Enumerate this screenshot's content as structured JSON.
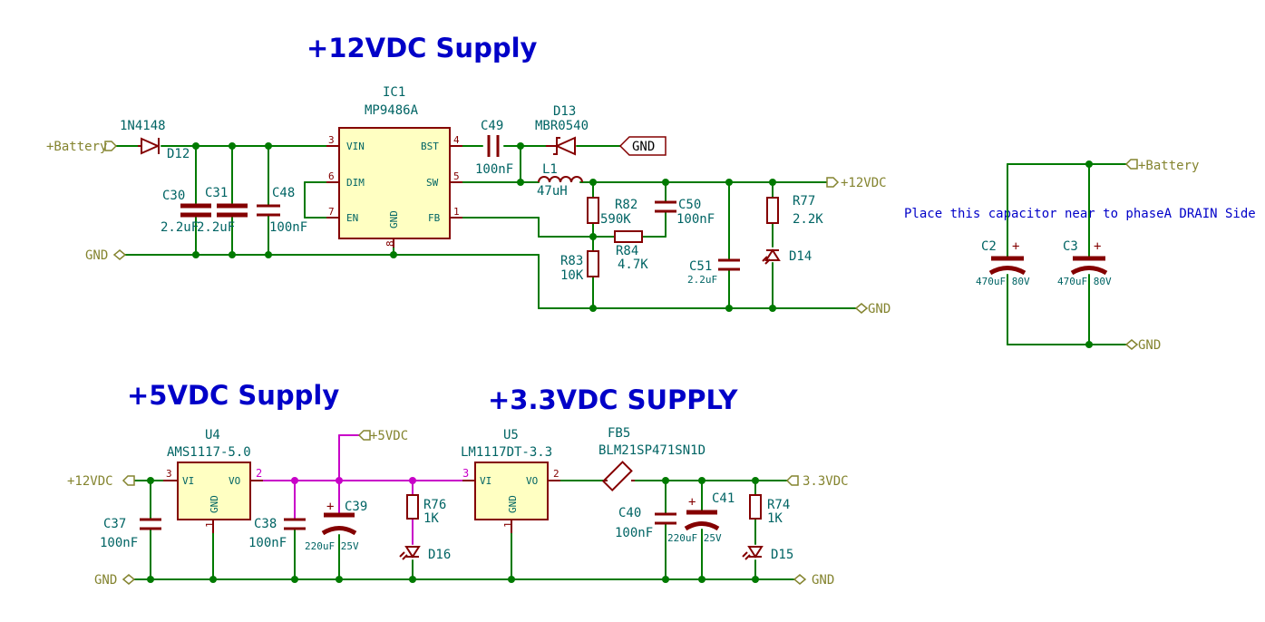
{
  "titles": {
    "supply_12v": "+12VDC Supply",
    "supply_5v": "+5VDC Supply",
    "supply_3v3": "+3.3VDC SUPPLY"
  },
  "note": "Place this capacitor near to phaseA DRAIN Side",
  "labels": {
    "battery_in": "+Battery",
    "gnd_top_left": "GND",
    "gnd_top_right": "GND",
    "gnd_box": "GND",
    "v12_out": "+12VDC",
    "battery_right": "+Battery",
    "gnd_right": "GND",
    "v12_in": "+12VDC",
    "gnd_bottom_left": "GND",
    "v5_out": "+5VDC",
    "v3v3_out": "3.3VDC",
    "gnd_bottom_right": "GND"
  },
  "ic1": {
    "ref": "IC1",
    "value": "MP9486A",
    "pins": {
      "vin": "VIN",
      "dim": "DIM",
      "en": "EN",
      "gnd": "GND",
      "bst": "BST",
      "sw": "SW",
      "fb": "FB"
    },
    "pin_numbers": {
      "vin": "3",
      "dim": "6",
      "en": "7",
      "gnd": "8",
      "bst": "4",
      "sw": "5",
      "fb": "1"
    }
  },
  "u4": {
    "ref": "U4",
    "value": "AMS1117-5.0",
    "pins": {
      "vi": "VI",
      "vo": "VO",
      "gnd": "GND"
    },
    "pin_numbers": {
      "vi": "3",
      "vo": "2",
      "gnd": "1"
    }
  },
  "u5": {
    "ref": "U5",
    "value": "LM1117DT-3.3",
    "pins": {
      "vi": "VI",
      "vo": "VO",
      "gnd": "GND"
    },
    "pin_numbers": {
      "vi": "3",
      "vo": "2",
      "gnd": "1"
    }
  },
  "components": {
    "d12": {
      "ref": "D12",
      "value": "1N4148"
    },
    "c30": {
      "ref": "C30",
      "value": "2.2uF"
    },
    "c31": {
      "ref": "C31",
      "value": "2.2uF"
    },
    "c48": {
      "ref": "C48",
      "value": "100nF"
    },
    "c49": {
      "ref": "C49",
      "value": "100nF"
    },
    "d13": {
      "ref": "D13",
      "value": "MBR0540"
    },
    "l1": {
      "ref": "L1",
      "value": "47uH"
    },
    "r82": {
      "ref": "R82",
      "value": "590K"
    },
    "r83": {
      "ref": "R83",
      "value": "10K"
    },
    "r84": {
      "ref": "R84",
      "value": "4.7K"
    },
    "c50": {
      "ref": "C50",
      "value": "100nF"
    },
    "c51": {
      "ref": "C51",
      "value": "2.2uF"
    },
    "r77": {
      "ref": "R77",
      "value": "2.2K"
    },
    "d14": {
      "ref": "D14"
    },
    "c2": {
      "ref": "C2",
      "value": "470uF 80V"
    },
    "c3": {
      "ref": "C3",
      "value": "470uF 80V"
    },
    "c37": {
      "ref": "C37",
      "value": "100nF"
    },
    "c38": {
      "ref": "C38",
      "value": "100nF"
    },
    "c39": {
      "ref": "C39",
      "value": "220uF 25V"
    },
    "r76": {
      "ref": "R76",
      "value": "1K"
    },
    "d16": {
      "ref": "D16"
    },
    "fb5": {
      "ref": "FB5",
      "value": "BLM21SP471SN1D"
    },
    "c40": {
      "ref": "C40",
      "value": "100nF"
    },
    "c41": {
      "ref": "C41",
      "value": "220uF 25V"
    },
    "r74": {
      "ref": "R74",
      "value": "1K"
    },
    "d15": {
      "ref": "D15"
    }
  },
  "polarity_mark": "+"
}
